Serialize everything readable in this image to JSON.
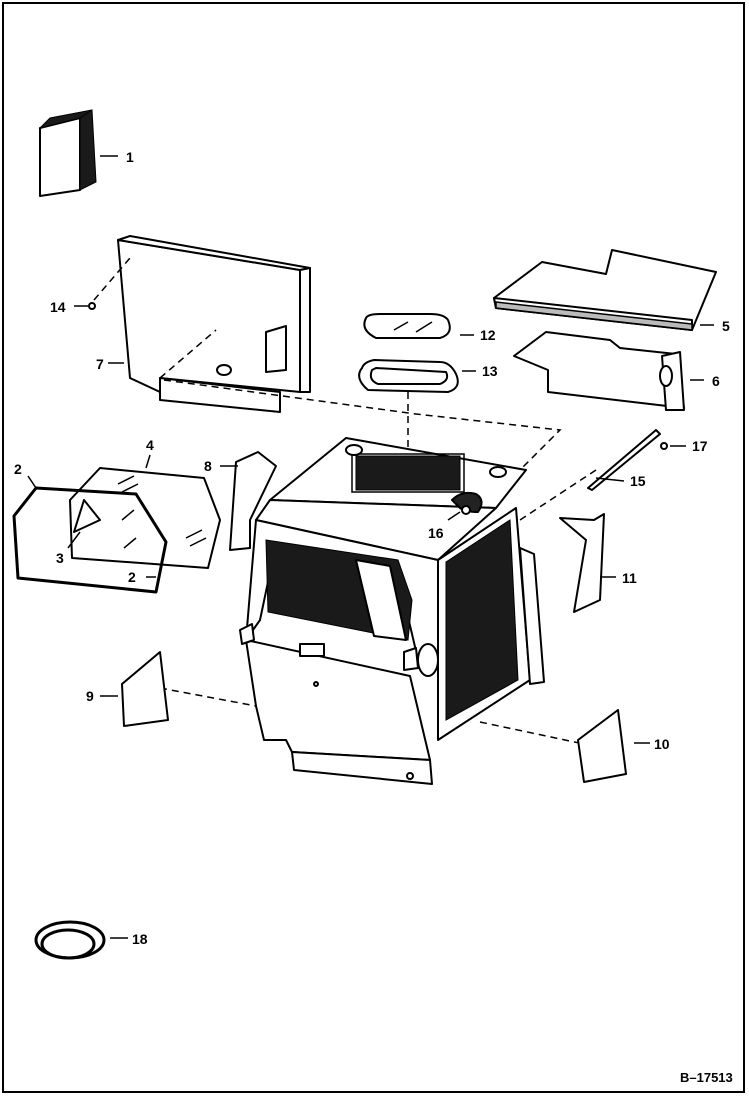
{
  "figure": {
    "document_id": "B–17513",
    "callouts": [
      {
        "id": "c1",
        "label": "1"
      },
      {
        "id": "c2a",
        "label": "2"
      },
      {
        "id": "c2b",
        "label": "2"
      },
      {
        "id": "c3",
        "label": "3"
      },
      {
        "id": "c4",
        "label": "4"
      },
      {
        "id": "c5",
        "label": "5"
      },
      {
        "id": "c6",
        "label": "6"
      },
      {
        "id": "c7",
        "label": "7"
      },
      {
        "id": "c8",
        "label": "8"
      },
      {
        "id": "c9",
        "label": "9"
      },
      {
        "id": "c10",
        "label": "10"
      },
      {
        "id": "c11",
        "label": "11"
      },
      {
        "id": "c12",
        "label": "12"
      },
      {
        "id": "c13",
        "label": "13"
      },
      {
        "id": "c14",
        "label": "14"
      },
      {
        "id": "c15",
        "label": "15"
      },
      {
        "id": "c16",
        "label": "16"
      },
      {
        "id": "c17",
        "label": "17"
      },
      {
        "id": "c18",
        "label": "18"
      }
    ]
  }
}
